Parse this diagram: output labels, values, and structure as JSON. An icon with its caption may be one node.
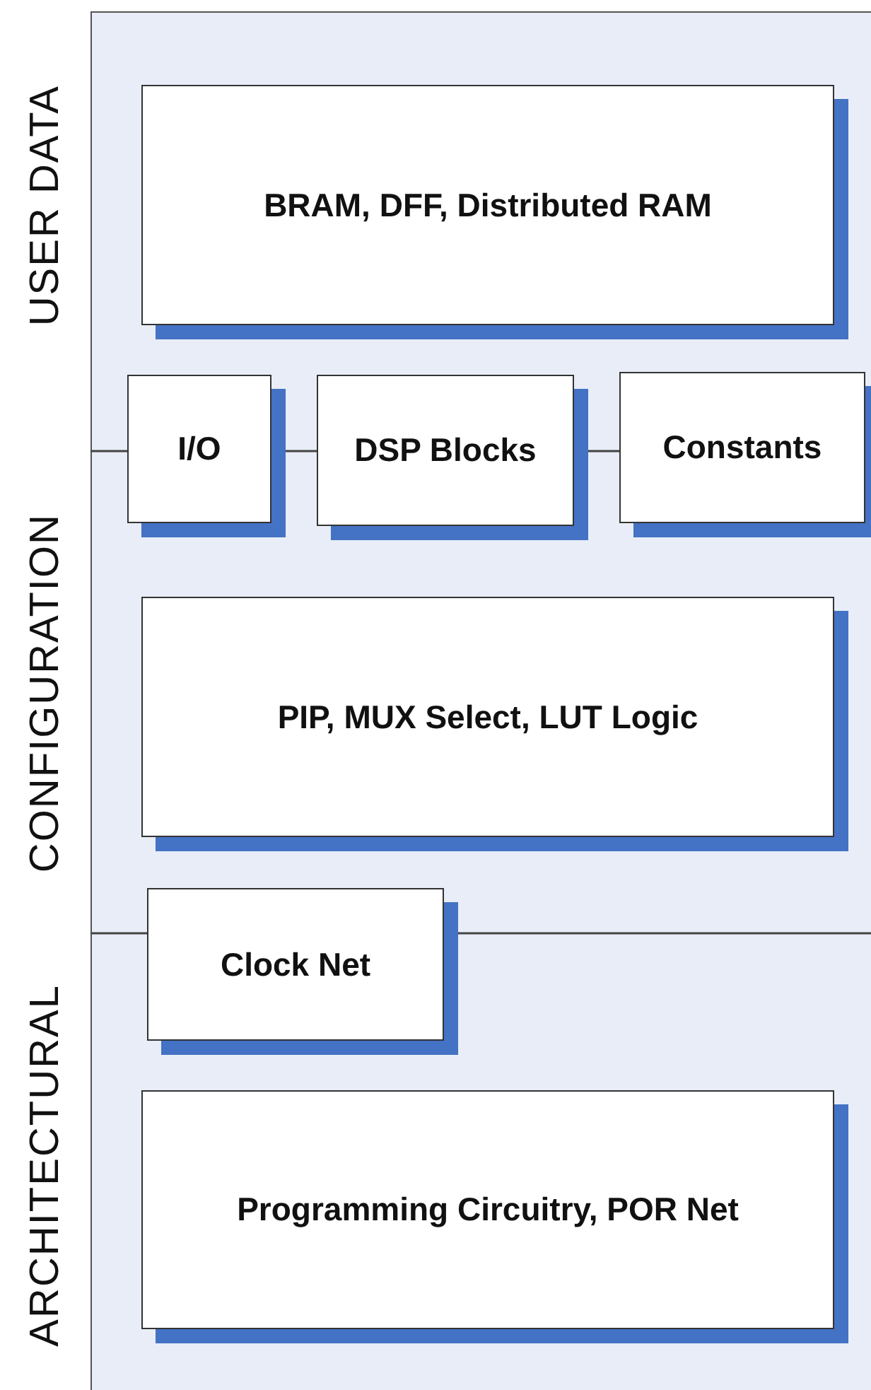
{
  "diagram": {
    "nodes": [
      {
        "text": [
          "BRAM, DFF, Distributed RAM"
        ]
      },
      {
        "text": [
          "I/O"
        ]
      },
      {
        "text": [
          "DSP Blocks"
        ]
      },
      {
        "text": [
          "Constants"
        ]
      },
      {
        "text": [
          "PIP, MUX Select, LUT Logic"
        ]
      },
      {
        "text": [
          "Clock Net"
        ]
      },
      {
        "text": [
          "Programming Circuitry, POR Net"
        ]
      }
    ],
    "labels": [
      "USER DATA",
      "CONFIGURATION",
      "ARCHITECTURAL"
    ]
  }
}
